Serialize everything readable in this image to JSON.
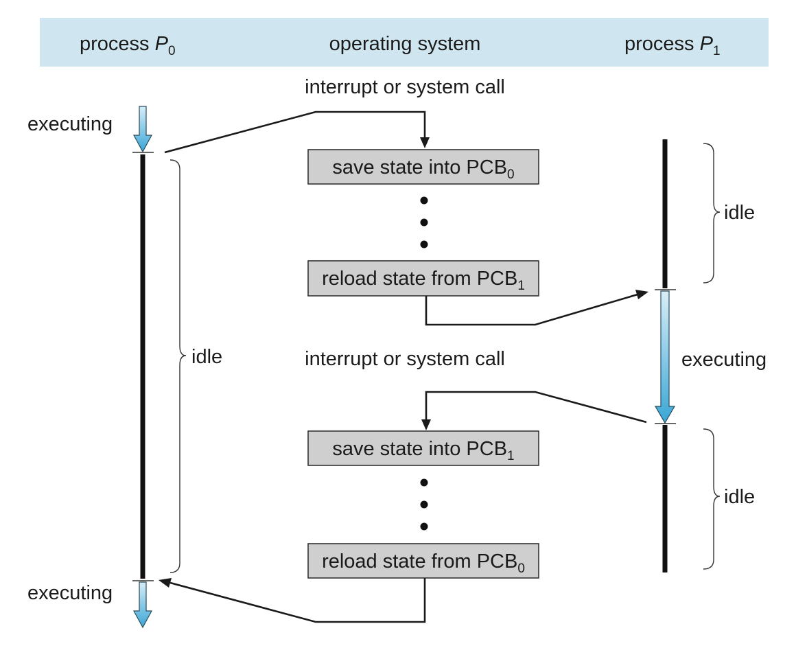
{
  "header": {
    "col_p0": {
      "prefix": "process ",
      "symbol": "P",
      "sub": "0"
    },
    "col_os": "operating system",
    "col_p1": {
      "prefix": "process ",
      "symbol": "P",
      "sub": "1"
    }
  },
  "labels": {
    "interrupt_top": "interrupt or system call",
    "interrupt_mid": "interrupt or system call",
    "executing_p0_top": "executing",
    "executing_p0_bottom": "executing",
    "executing_p1": "executing",
    "idle_p0": "idle",
    "idle_p1_top": "idle",
    "idle_p1_bottom": "idle"
  },
  "boxes": {
    "save_pcb0": {
      "text": "save state into PCB",
      "sub": "0"
    },
    "reload_pcb1": {
      "text": "reload state from PCB",
      "sub": "1"
    },
    "save_pcb1": {
      "text": "save state into PCB",
      "sub": "1"
    },
    "reload_pcb0": {
      "text": "reload state from PCB",
      "sub": "0"
    }
  },
  "colors": {
    "header_band": "#cfe6f0",
    "arrow_light": "#d8eef7",
    "arrow_dark": "#3aa6d6",
    "box_fill": "#cfcfcf"
  }
}
